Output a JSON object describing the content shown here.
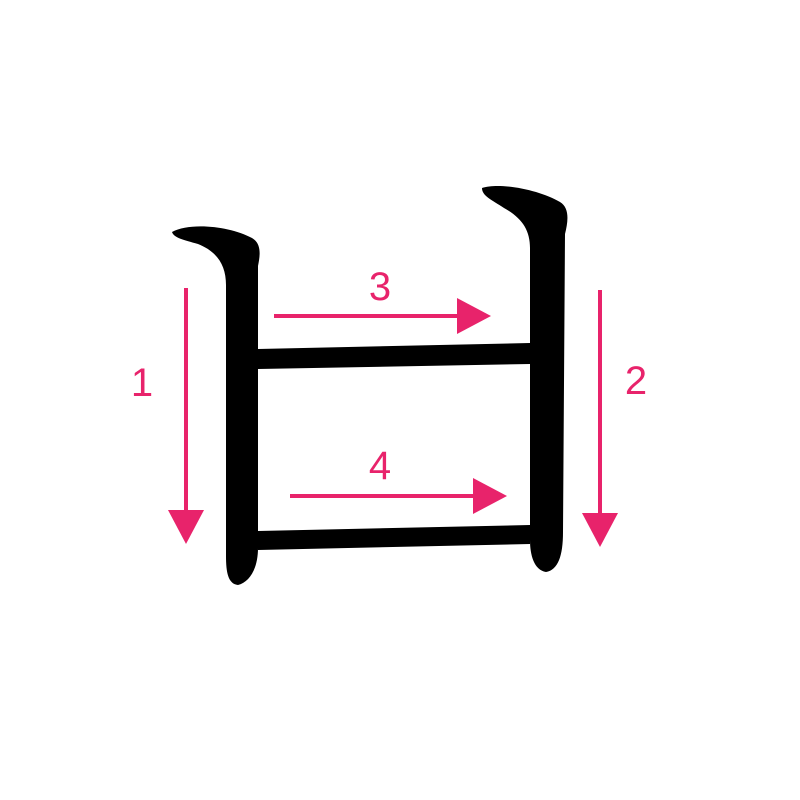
{
  "colors": {
    "ink": "#000000",
    "arrow": "#e8236b",
    "background": "#ffffff"
  },
  "strokes": [
    {
      "number": "1",
      "direction": "down"
    },
    {
      "number": "2",
      "direction": "down"
    },
    {
      "number": "3",
      "direction": "right"
    },
    {
      "number": "4",
      "direction": "right"
    }
  ]
}
